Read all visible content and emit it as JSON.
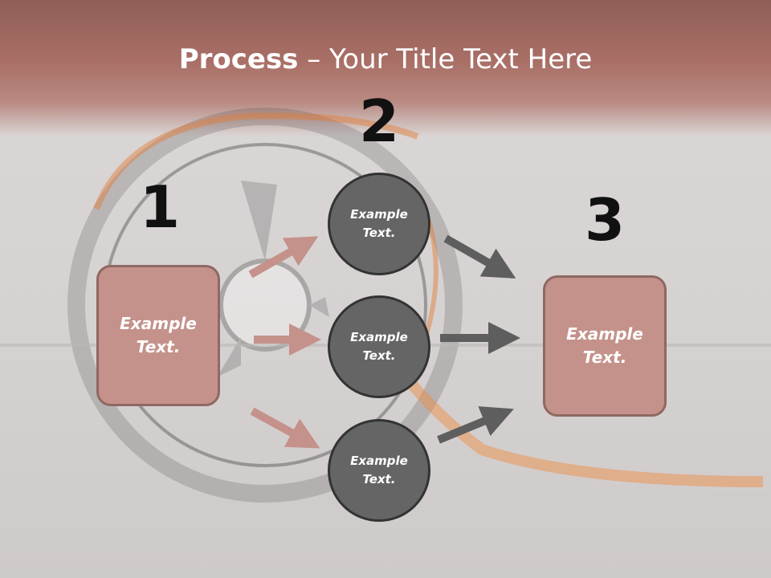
{
  "title": {
    "bold": "Process",
    "rest": " – Your Title Text Here"
  },
  "steps": [
    {
      "number": "1",
      "text": "Example\nText."
    },
    {
      "number": "2"
    },
    {
      "number": "3",
      "text": "Example\nText."
    }
  ],
  "circles": [
    {
      "text": "Example\nText."
    },
    {
      "text": "Example\nText."
    },
    {
      "text": "Example\nText."
    }
  ],
  "colors": {
    "box_fill": "#c4928a",
    "circle_fill": "#656565",
    "left_arrow": "#c4928a",
    "right_arrow": "#5e5e5e"
  }
}
